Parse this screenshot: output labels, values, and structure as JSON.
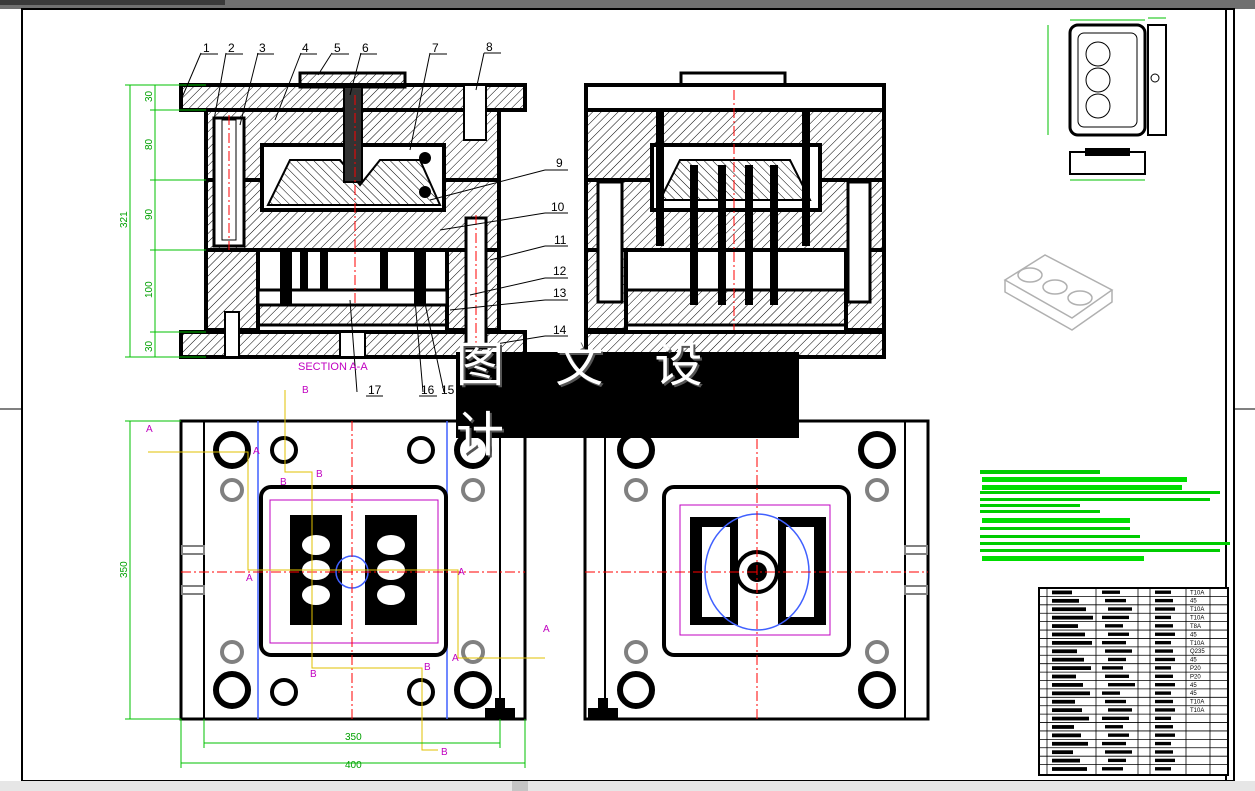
{
  "watermark": {
    "text": "图 文 设 计"
  },
  "section_view": {
    "label": "SECTION A-A"
  },
  "part_numbers": [
    "1",
    "2",
    "3",
    "4",
    "5",
    "6",
    "7",
    "8",
    "9",
    "10",
    "11",
    "12",
    "13",
    "14",
    "15",
    "16",
    "17"
  ],
  "dimensions": {
    "left_vertical": [
      "30",
      "80",
      "90",
      "321",
      "100",
      "30"
    ],
    "plan_height": "350",
    "plan_inner_width": "350",
    "plan_outer_width": "400"
  },
  "cut_labels": {
    "a": "A",
    "b": "B"
  },
  "bom_materials": [
    "T10A",
    "45",
    "T10A",
    "T10A",
    "T8A",
    "45",
    "T10A",
    "Q235",
    "45",
    "P20",
    "P20",
    "45",
    "45",
    "T10A",
    "T10A"
  ],
  "colors": {
    "outline": "#000000",
    "dimension": "#00c000",
    "section": "#c000c0",
    "centerline": "#ff0000",
    "notes": "#00cc00",
    "hatch": "#000000"
  },
  "icons": {
    "window-toolbar": "toolbar-icon",
    "scroll-thumb": "scrollbar-icon"
  }
}
